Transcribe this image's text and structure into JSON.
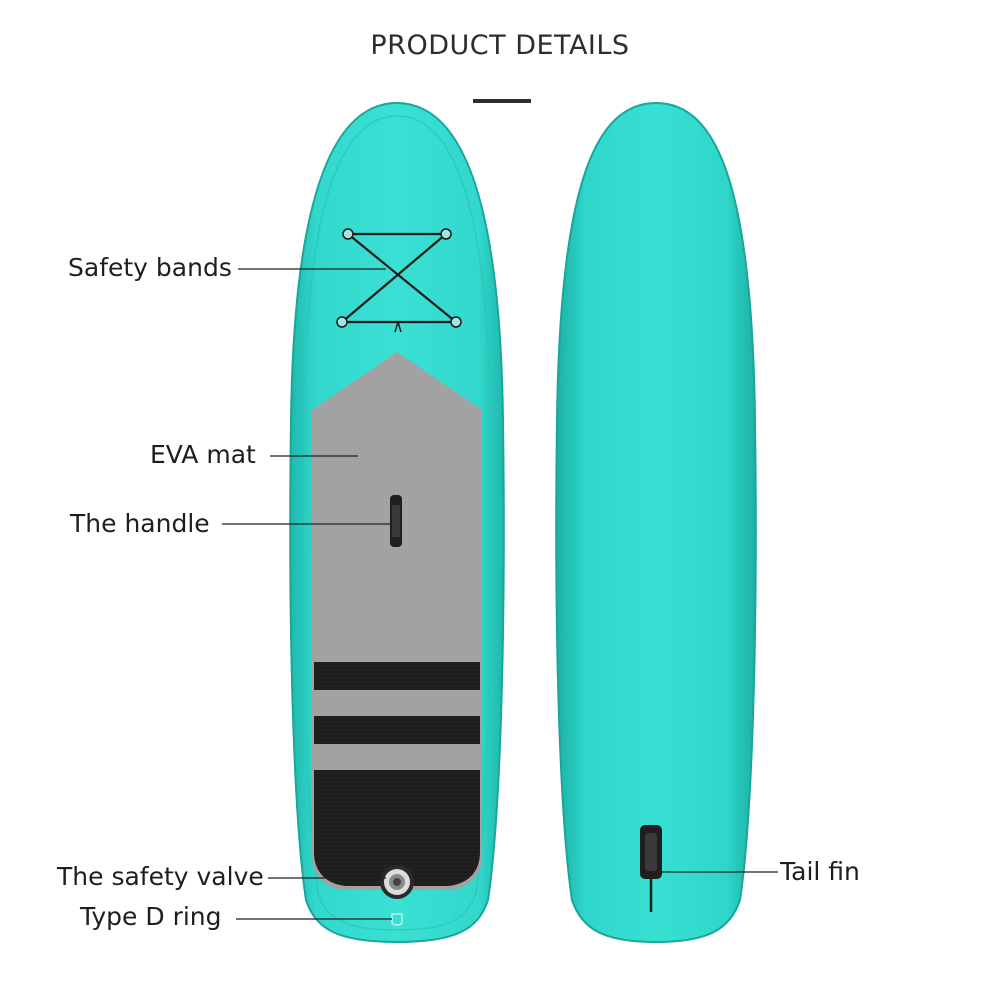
{
  "title": "PRODUCT DETAILS",
  "colors": {
    "board": "#2dd4c8",
    "board_edge": "#22b8ad",
    "mat": "#9a9a9a",
    "stripe": "#1f1f1f",
    "text": "#1e1e1e"
  },
  "callouts": {
    "safety_bands": "Safety bands",
    "eva_mat": "EVA mat",
    "handle": "The handle",
    "safety_valve": "The safety valve",
    "d_ring": "Type D ring",
    "tail_fin": "Tail fin"
  },
  "image": {
    "subject": "Inflatable stand-up paddle board, top and bottom views",
    "icons": [
      "bungee-cord-icon",
      "carry-handle-icon",
      "valve-icon",
      "d-ring-icon",
      "fin-icon"
    ]
  }
}
